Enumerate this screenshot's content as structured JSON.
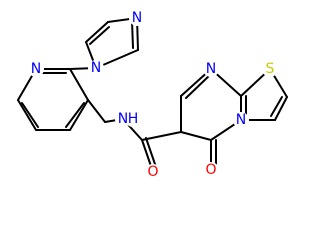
{
  "molecule": {
    "colors": {
      "bond": "#000000",
      "N": "#0000ff",
      "O": "#ff0000",
      "S": "#cccc00",
      "background": "#ffffff"
    },
    "atoms": [
      {
        "id": "n-pyridine",
        "label": "N",
        "element": "N"
      },
      {
        "id": "n-imidazole-1",
        "label": "N",
        "element": "N"
      },
      {
        "id": "n-imidazole-3",
        "label": "N",
        "element": "N"
      },
      {
        "id": "n-amide",
        "label": "N",
        "element": "N"
      },
      {
        "id": "h-amide",
        "label": "H",
        "element": "N"
      },
      {
        "id": "n-pyrimidine",
        "label": "N",
        "element": "N"
      },
      {
        "id": "n-thiazole-bridge",
        "label": "N",
        "element": "N"
      },
      {
        "id": "s-thiazole",
        "label": "S",
        "element": "S"
      },
      {
        "id": "o-amide",
        "label": "O",
        "element": "O"
      },
      {
        "id": "o-ketone",
        "label": "O",
        "element": "O"
      }
    ]
  }
}
